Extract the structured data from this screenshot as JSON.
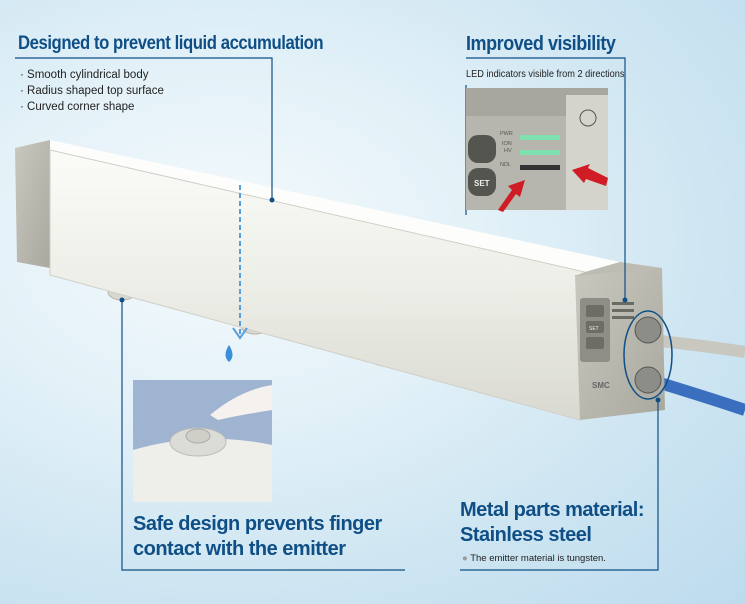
{
  "callouts": {
    "liquid": {
      "title": "Designed to prevent liquid accumulation",
      "bullets": [
        "· Smooth cylindrical body",
        "· Radius shaped top surface",
        "· Curved corner shape"
      ]
    },
    "visibility": {
      "title": "Improved visibility",
      "subtitle": "LED indicators visible from 2 directions",
      "panel_labels": [
        "PWR",
        "ION",
        "HV",
        "NDL",
        "SET"
      ]
    },
    "safe": {
      "title_line1": "Safe design prevents finger",
      "title_line2": "contact with the emitter"
    },
    "metal": {
      "title_line1": "Metal parts material:",
      "title_line2": "Stainless steel",
      "note": "The emitter material is tungsten."
    }
  },
  "device": {
    "logo": "SMC",
    "buttons": [
      "SET"
    ]
  },
  "colors": {
    "accent": "#0f4f86",
    "led": "#7fe0b0",
    "arrow": "#d01c24",
    "cable": "#3a6fc0"
  }
}
